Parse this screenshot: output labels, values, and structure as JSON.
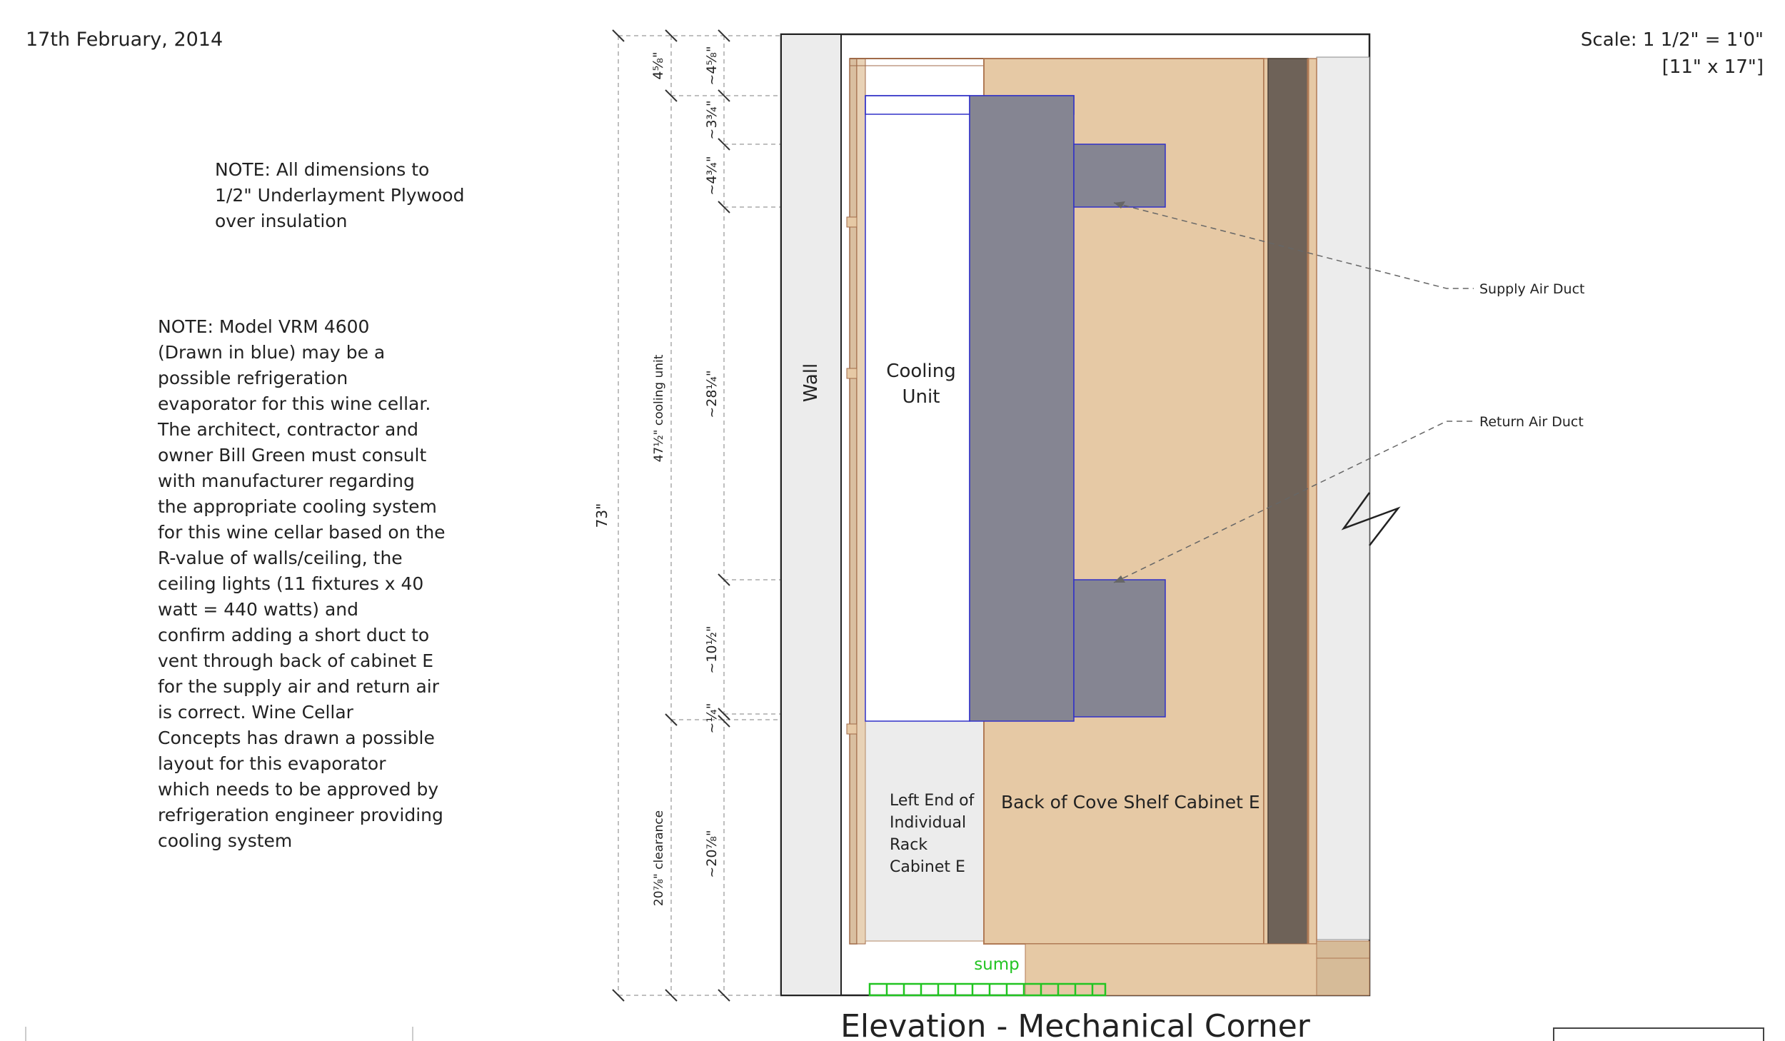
{
  "header": {
    "date": "17th February, 2014",
    "scale": "Scale: 1 1/2\" = 1'0\"",
    "paper": "[11\" x 17\"]"
  },
  "notes": {
    "dimensions_note": [
      "NOTE: All dimensions to",
      "1/2\" Underlayment Plywood",
      "over insulation"
    ],
    "model_note": [
      "NOTE: Model VRM 4600",
      "(Drawn in blue) may be a",
      "possible refrigeration",
      "evaporator for this wine cellar.",
      "The architect, contractor and",
      "owner Bill Green must consult",
      "with manufacturer regarding",
      "the appropriate cooling system",
      "for this wine cellar based on the",
      "R-value of walls/ceiling, the",
      "ceiling lights (11 fixtures x 40",
      "watt = 440 watts) and",
      "confirm adding a short duct to",
      "vent through back of cabinet E",
      "for the supply air and return air",
      "is correct. Wine Cellar",
      "Concepts has drawn a possible",
      "layout for this evaporator",
      "which needs to be approved by",
      "refrigeration engineer providing",
      "cooling system"
    ]
  },
  "labels": {
    "wall": "Wall",
    "cooling_unit": [
      "Cooling",
      "Unit"
    ],
    "left_end": [
      "Left End of",
      "Individual",
      "Rack",
      "Cabinet E"
    ],
    "back_cove": "Back of Cove Shelf Cabinet E",
    "sump": "sump",
    "supply_duct": "Supply Air Duct",
    "return_duct": "Return Air Duct"
  },
  "dimensions": {
    "overall": "73\"",
    "top_gap": "4⅝\"",
    "top_gap_approx": "~4⅝\"",
    "cooling_unit_height": "47½\" cooling unit",
    "clearance": "20⅞\" clearance",
    "seg1": "~3¾\"",
    "seg2": "~4¾\"",
    "seg3": "~28¼\"",
    "seg4": "~10½\"",
    "seg5": "~¼\"",
    "seg6": "~20⅞\""
  },
  "title": "Elevation - Mechanical Corner",
  "colors": {
    "cabinet_tan": "#e6c9a5",
    "evaporator_gray": "#858592",
    "evaporator_outline": "#3030c8",
    "dark_strip": "#6e6258",
    "sump_green": "#22c422",
    "wall_fill": "#ececec"
  }
}
